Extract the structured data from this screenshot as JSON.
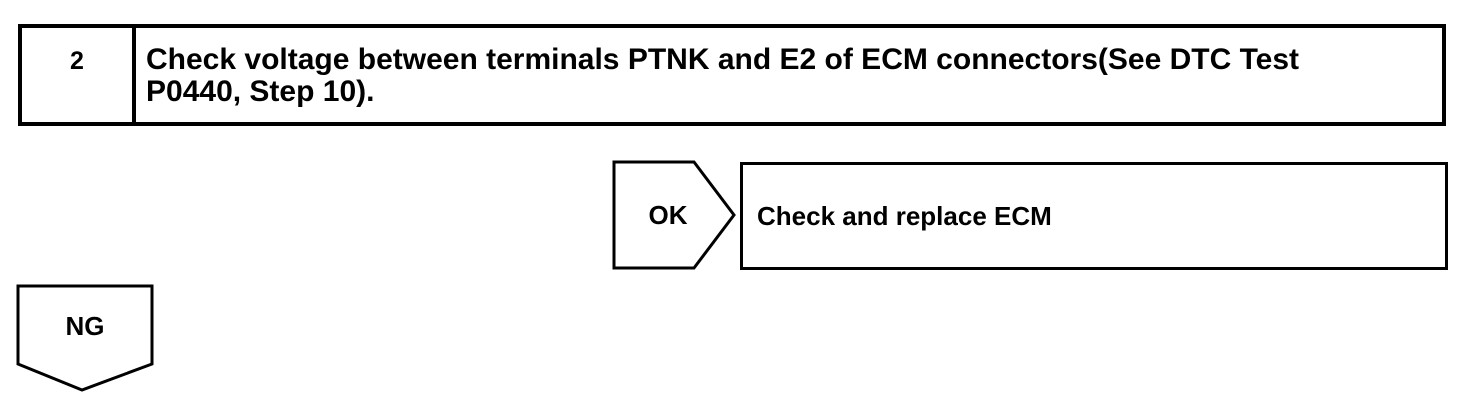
{
  "step": {
    "number": "2",
    "text": "Check voltage between terminals PTNK and E2 of ECM connectors(See DTC Test\nP0440, Step 10)."
  },
  "ok_branch": {
    "label": "OK",
    "action": "Check and replace ECM"
  },
  "ng_branch": {
    "label": "NG"
  }
}
